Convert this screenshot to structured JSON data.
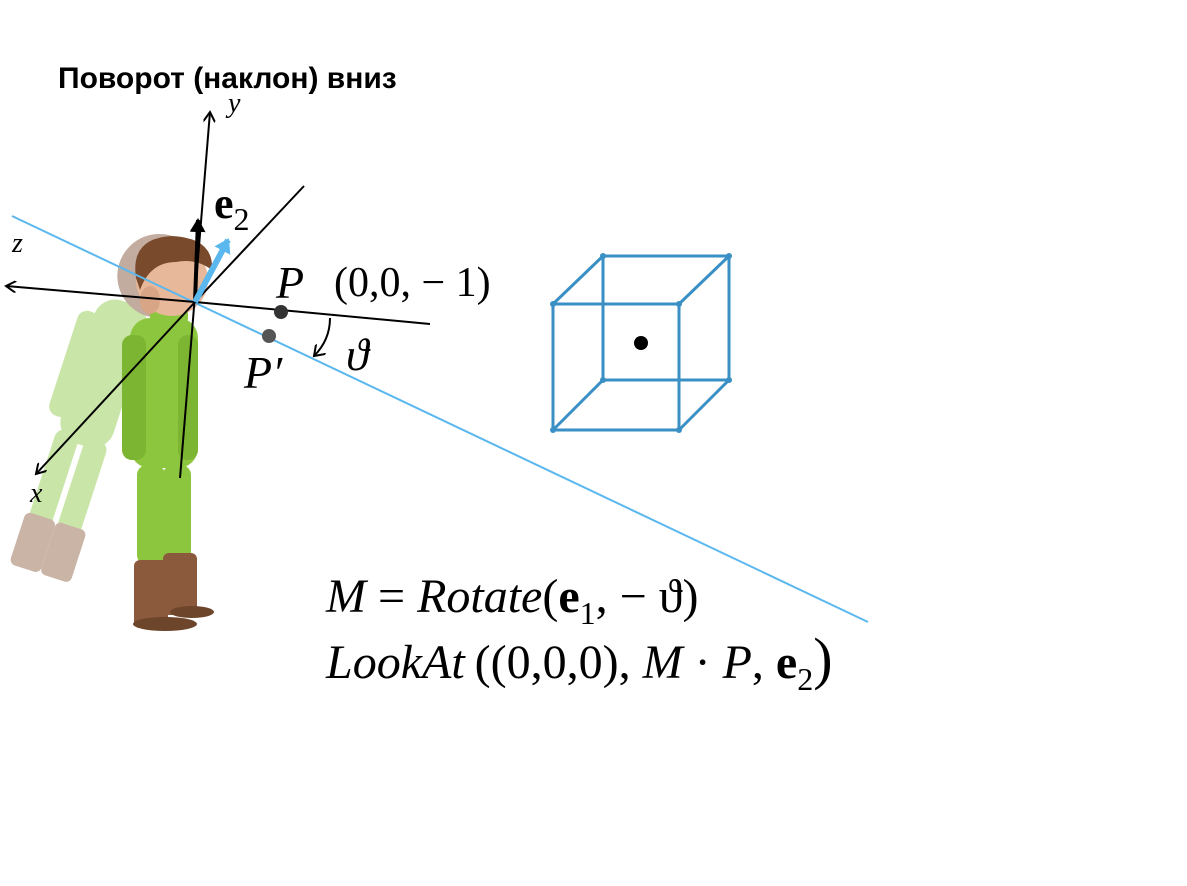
{
  "title": "Поворот (наклон) вниз",
  "axes": {
    "x": "x",
    "y": "y",
    "z": "z"
  },
  "vector_e2": {
    "base": "e",
    "sub": "2"
  },
  "point_p": {
    "name": "P",
    "coords": "(0,0, − 1)"
  },
  "point_p_prime": {
    "name": "P′"
  },
  "angle": {
    "symbol": "ϑ"
  },
  "formula": {
    "line1": {
      "lhs": "M",
      "eq": " = ",
      "fn": "Rotate",
      "open": "(",
      "e": "e",
      "e_sub": "1",
      "rest": ", − ϑ)"
    },
    "line2": {
      "fn": "LookAt",
      "args_start": "((0,0,0), ",
      "m": "M",
      "dot": " · ",
      "p": "P",
      "sep": ", ",
      "e": "e",
      "e_sub": "2",
      "close": ")"
    }
  },
  "colors": {
    "light_blue": "#5ab8ef",
    "cube_blue": "#3a8fc4",
    "character_green": "#8cc63f",
    "character_boots": "#8b5a3c",
    "character_hair": "#7a4a2c"
  }
}
